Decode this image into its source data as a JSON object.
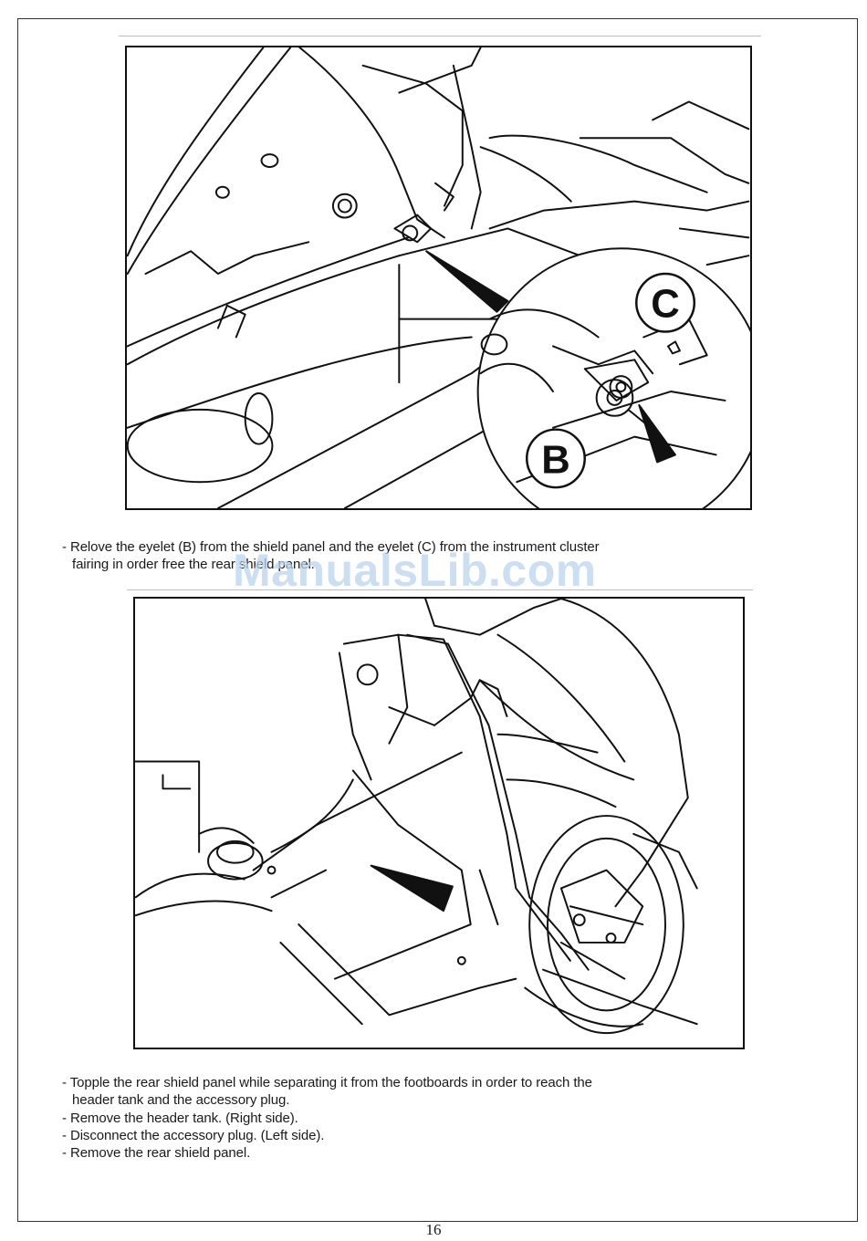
{
  "figure_top": {
    "callouts": {
      "b": "B",
      "c": "C"
    }
  },
  "caption_top": {
    "line1": "- Relove the eyelet (B) from the shield panel and the eyelet (C) from the instrument cluster",
    "line2": "fairing in order free the rear shield panel."
  },
  "watermark": "ManualsLib.com",
  "caption_bottom": {
    "line1": "- Topple the rear shield panel while separating it from the footboards in order to reach the",
    "line2": "header tank and the accessory plug.",
    "line3": "- Remove the header tank. (Right side).",
    "line4": "- Disconnect the accessory plug. (Left side).",
    "line5": "- Remove the rear shield panel."
  },
  "page_number": "16"
}
